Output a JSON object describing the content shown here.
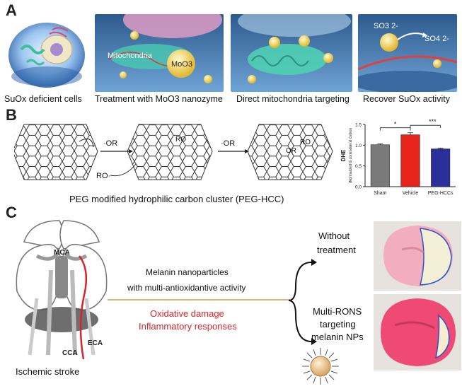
{
  "panelA": {
    "letter": "A",
    "captions": [
      "SuOx deficient cells",
      "Treatment with MoO3 nanozyme",
      "Direct mitochondria targeting",
      "Recover SuOx activity"
    ],
    "mito_label": "Mitochondria",
    "moo3_label": "MoO3",
    "so3_label": "SO3 2-",
    "so4_label": "SO4 2-"
  },
  "panelB": {
    "letter": "B",
    "or_label_1": "·OR",
    "or_label_2": "·OR",
    "ro_dot_label": "RO·",
    "ro_label_1": "RO",
    "or_label_3": "OR",
    "ro_label_2": "RO",
    "caption": "PEG modified hydrophilic carbon cluster (PEG-HCC)",
    "colors": {
      "sham": "#7a7a7a",
      "vehicle": "#e8231c",
      "peg_hccs": "#2a2f9a"
    }
  },
  "chart_data": {
    "type": "bar",
    "categories": [
      "Sham",
      "Vehicle",
      "PEG-HCCs"
    ],
    "values": [
      1.01,
      1.25,
      0.91
    ],
    "errors": [
      0.02,
      0.05,
      0.02
    ],
    "ylabel": "DHE",
    "ylabel_sub": "(Normalized to contralateral cortex)",
    "ylim": [
      0,
      1.5
    ],
    "yticks": [
      "0.0",
      "0.5",
      "1.0",
      "1.5"
    ],
    "significance": [
      "*",
      "***"
    ]
  },
  "panelC": {
    "letter": "C",
    "mca": "MCA",
    "eca": "ECA",
    "cca": "CCA",
    "stroke_label": "Ischemic stroke",
    "melanin_line1": "Melanin nanoparticles",
    "melanin_line2": "with multi-antioxidantive activity",
    "damage_line1": "Oxidative damage",
    "damage_line2": "Inflammatory responses",
    "without_line1": "Without",
    "without_line2": "treatment",
    "multi_line1": "Multi-RONS",
    "multi_line2": "targeting",
    "multi_line3": "melanin NPs",
    "red_color": "#d8232a"
  }
}
